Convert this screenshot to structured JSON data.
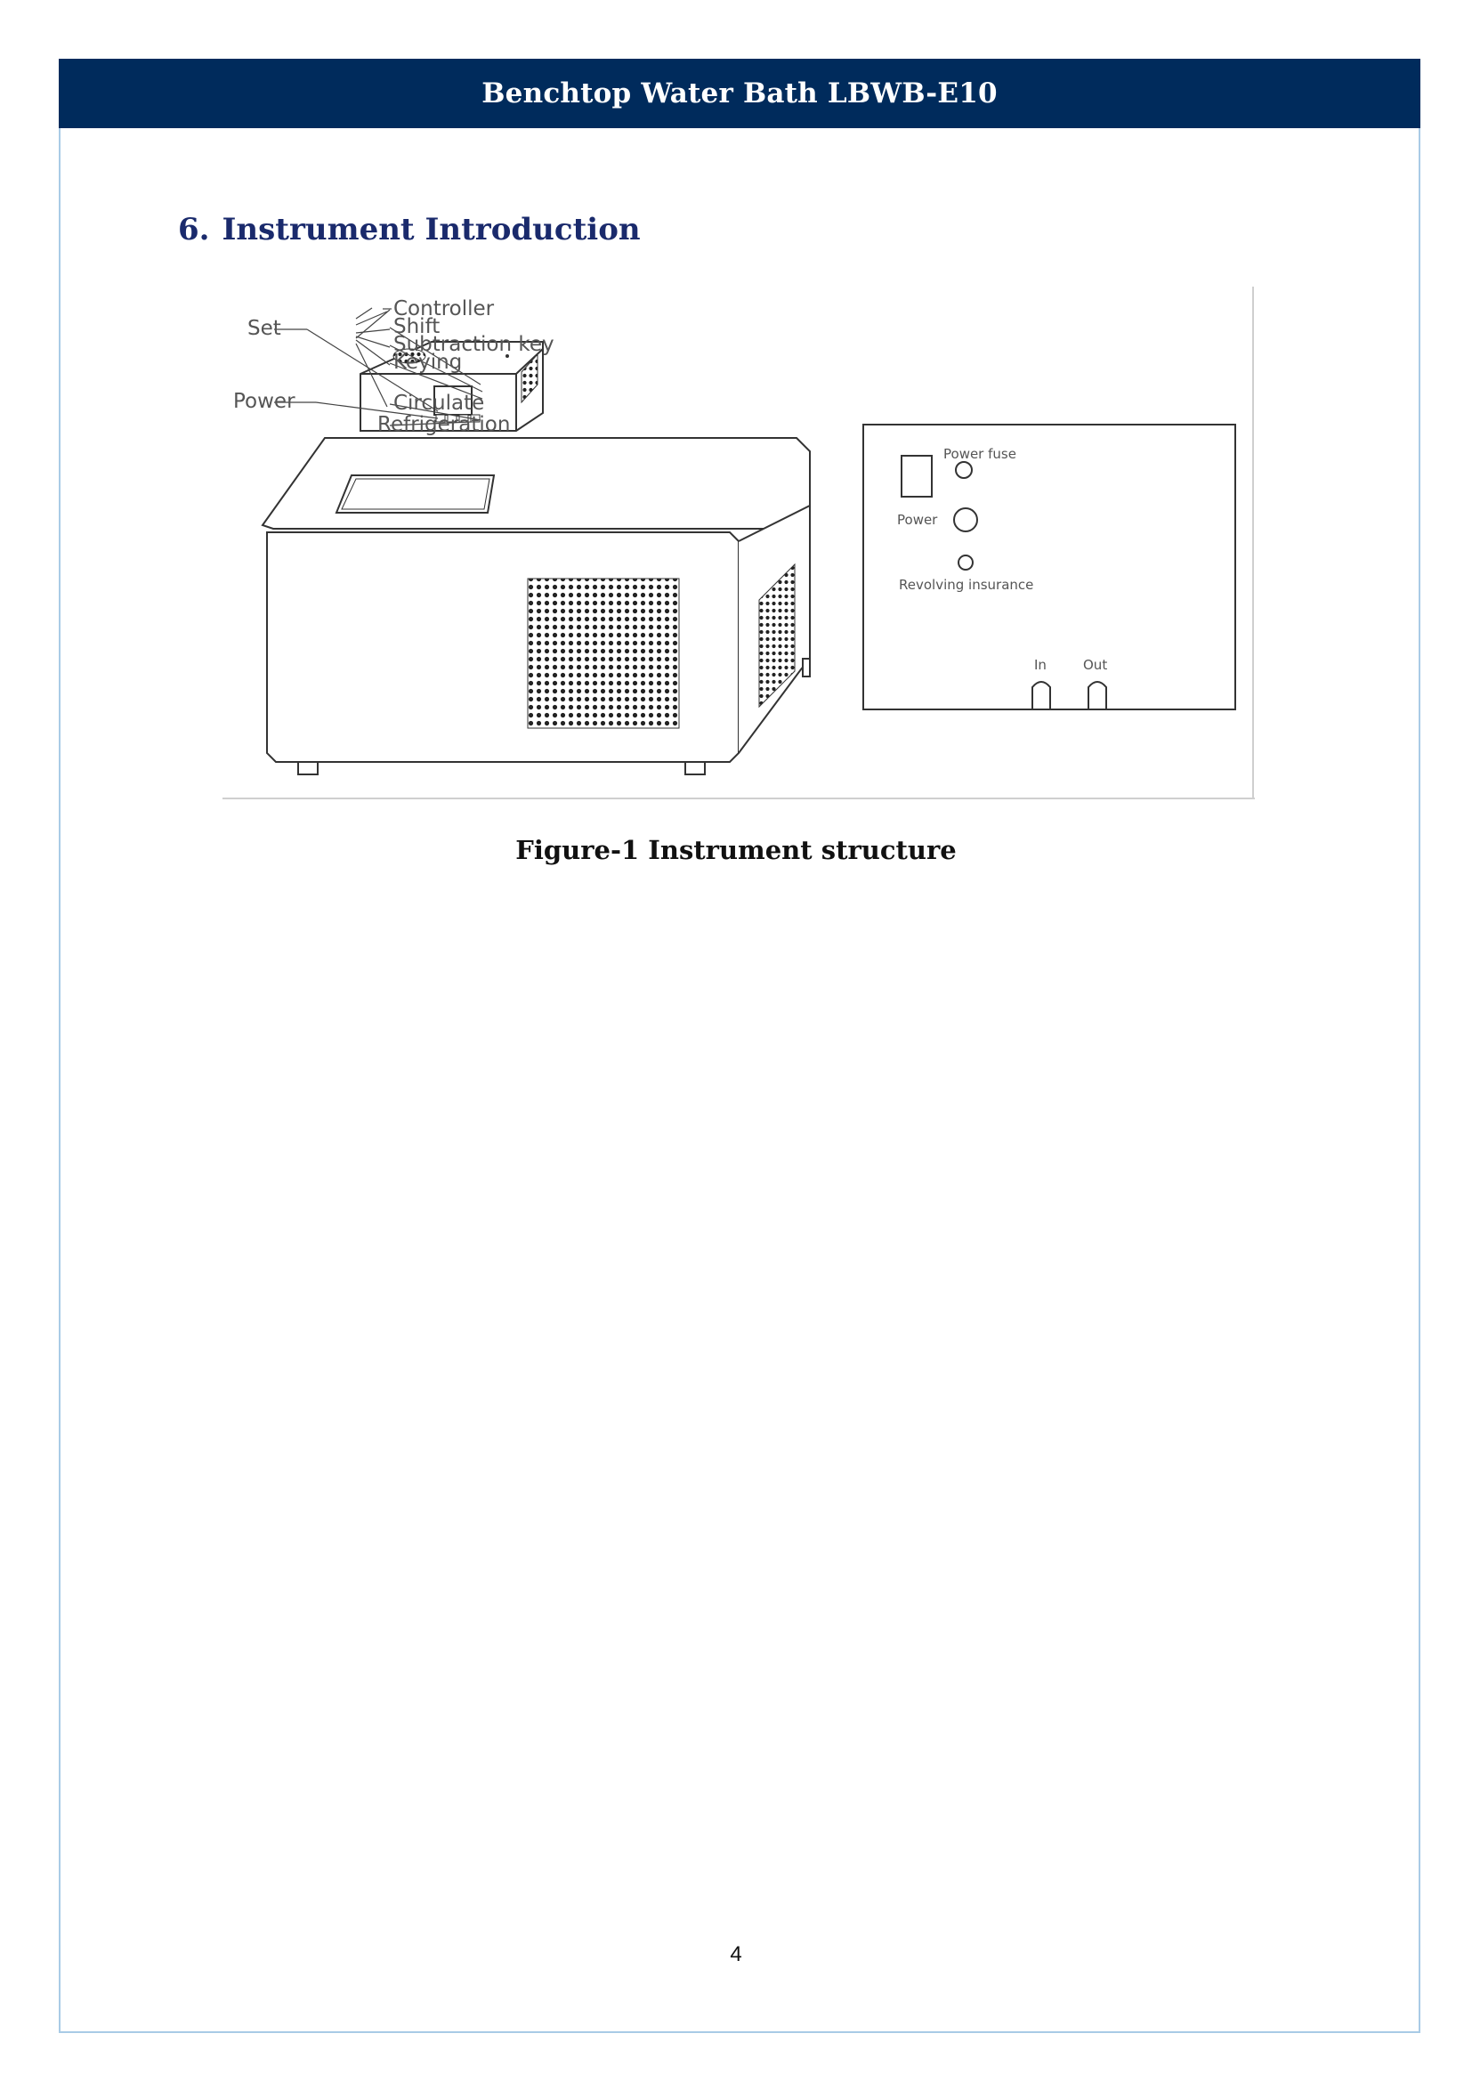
{
  "header": {
    "title": "Benchtop Water Bath LBWB-E10"
  },
  "section": {
    "number": "6.",
    "title": "Instrument Introduction"
  },
  "figure": {
    "front_labels": {
      "set": "Set",
      "power": "Power",
      "controller": "Controller",
      "shift": "Shift",
      "subtraction_key": "Subtraction key",
      "keying": "Keying",
      "circulate": "Circulate",
      "refrigeration": "Refrigeration"
    },
    "rear_labels": {
      "power_fuse": "Power fuse",
      "power": "Power",
      "revolving_insurance": "Revolving insurance",
      "in": "In",
      "out": "Out"
    },
    "caption": "Figure-1 Instrument structure"
  },
  "footer": {
    "page_number": "4"
  }
}
